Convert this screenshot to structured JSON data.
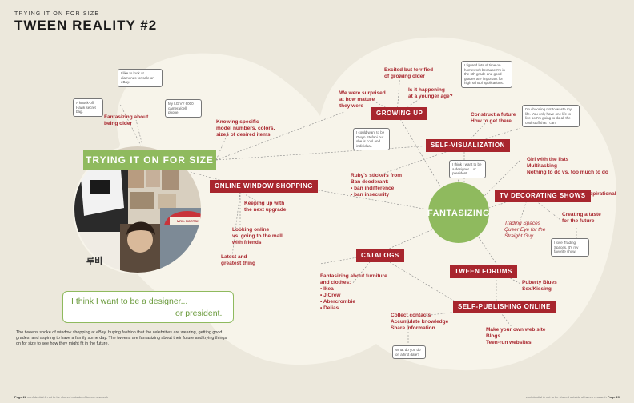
{
  "header": {
    "subtitle": "TRYING IT ON FOR SIZE",
    "title": "TWEEN REALITY #2"
  },
  "colors": {
    "background": "#ece8dc",
    "cloud": "#f7f4ea",
    "accent_red": "#a8262e",
    "accent_green": "#8fba5e"
  },
  "diagram": {
    "main_node": "TRYING IT ON FOR SIZE",
    "center_node": "FANTASIZING",
    "tags": {
      "growing_up": "GROWING UP",
      "self_visualization": "SELF-VISUALIZATION",
      "online_window_shopping": "ONLINE WINDOW SHOPPING",
      "tv_decorating_shows": "TV DECORATING SHOWS",
      "catalogs": "CATALOGS",
      "tween_forums": "TWEEN FORUMS",
      "self_publishing_online": "SELF-PUBLISHING ONLINE"
    },
    "labels": {
      "fantasizing_older": "Fantasizing about\nbeing older",
      "knowing_specific": "Knowing specific\nmodel numbers, colors,\nsizes of desired items",
      "keeping_up": "Keeping up with\nthe next upgrade",
      "looking_online": "Looking online\nvs. going to the mall\nwith friends",
      "latest": "Latest and\ngreatest thing",
      "surprised": "We were surprised\nat how mature\nthey were",
      "excited": "Excited but terrified\nof growing older",
      "younger_age": "Is it happening\nat a younger age?",
      "construct": "Construct a future\nHow to get there",
      "rubys": "Ruby's stickers from\nBan deoderant:\n• ban indifference\n• ban insecurity",
      "girl_lists": "Girl with the lists\nMultitasking\nNothing to do vs. too much to do",
      "aspirational": "Aspirational",
      "creating_taste": "Creating a taste\nfor the future",
      "trading_spaces": "Trading Spaces\nQueer Eye for the\nStraight Guy",
      "fantasizing_furniture": "Fantasizing about furniture\nand clothes:\n• Ikea\n• J.Crew\n• Abercrombie\n• Delias",
      "puberty": "Puberty Blues\nSex/Kissing",
      "collect": "Collect contacts\nAccumulate knowledge\nShare information",
      "website": "Make your own web site\nBlogs\nTeen-run websites"
    },
    "bubbles": {
      "b1": "I like to look at diamonds for sale on eBay.",
      "b2": "A knock-off Hawk secret bag.",
      "b3": "My LG VY 6000 camera/cell phone.",
      "b4": "I could want to be Gwyn Stefani but she is cool and individual.",
      "b5": "I figured lots of time on homework because I'm in the 6th grade and good grades are important for high school applications.",
      "b6": "I think I want to be a designer... or president.",
      "b7": "I'm choosing not to waste my life. You only have one life to live so I'm going to do all the cool stuff that I can.",
      "b8": "I love Trading Spaces. It's my favorite show.",
      "b9": "What do you do on a first date?"
    }
  },
  "photo": {
    "hat_text": "MRS. NORTON",
    "sign_text": "루비"
  },
  "quote": {
    "line1": "I think I want to be a designer...",
    "line2": "or president."
  },
  "caption": "The tweens spoke of window shopping at eBay, buying fashion that the celebrities are wearing, getting good grades, and aspiring to have a family some day. The tweens are fantasizing about their future and trying things on for size to see how they might fit in the future.",
  "footer": {
    "left_page": "Page 28",
    "left_text": "confidential & not to be shared outside of tween research",
    "right_text": "confidential & not to be shared outside of tween research",
    "right_page": "Page 29"
  }
}
